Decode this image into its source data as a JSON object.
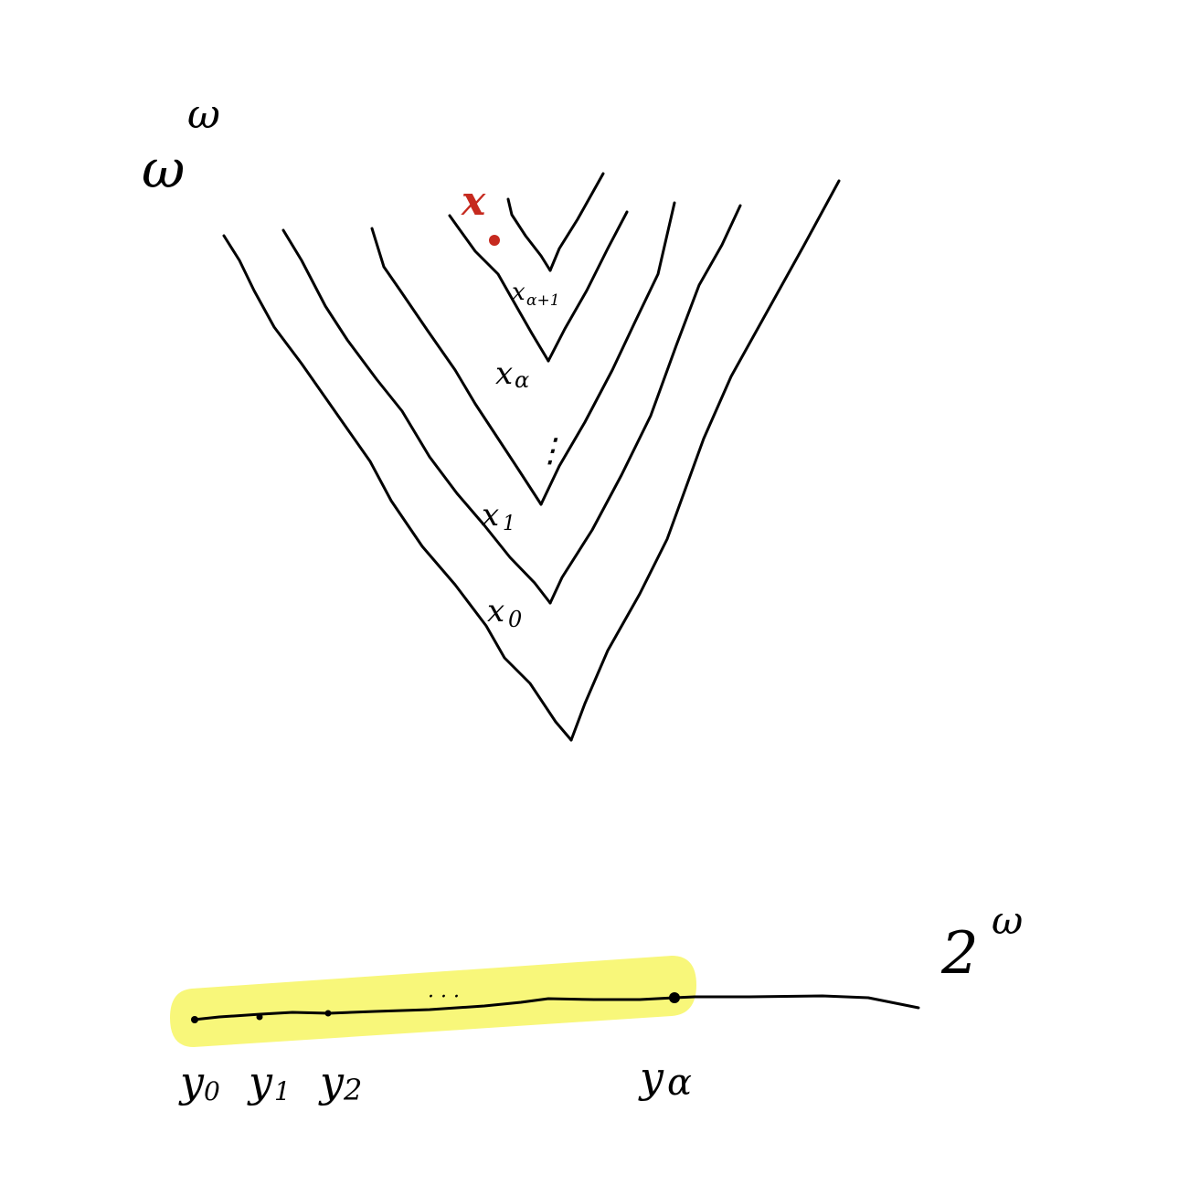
{
  "labels": {
    "baire_space": "ω^ω",
    "baire_base": "ω",
    "baire_exp": "ω",
    "cantor_space": "2^ω",
    "cantor_base": "2",
    "cantor_exp": "ω",
    "x_alpha_plus_1": "x_{α+1}",
    "x_alpha_plus_1_base": "x",
    "x_alpha_plus_1_sub": "α+1",
    "x_alpha": "x_α",
    "x_alpha_base": "x",
    "x_alpha_sub": "α",
    "x_1": "x_1",
    "x_1_base": "x",
    "x_1_sub": "1",
    "x_0": "x_0",
    "x_0_base": "x",
    "x_0_sub": "0",
    "limit_point": "x",
    "dots_vertical": "⋮",
    "dots_horizontal": "· · ·",
    "y_0": "y_0",
    "y_0_base": "y",
    "y_0_sub": "0",
    "y_1": "y_1",
    "y_1_base": "y",
    "y_1_sub": "1",
    "y_2": "y_2",
    "y_2_base": "y",
    "y_2_sub": "2",
    "y_alpha": "y_α",
    "y_alpha_base": "y",
    "y_alpha_sub": "α"
  },
  "colors": {
    "ink": "#000000",
    "limit_point": "#c62a1f",
    "highlight": "#f8f77a"
  }
}
